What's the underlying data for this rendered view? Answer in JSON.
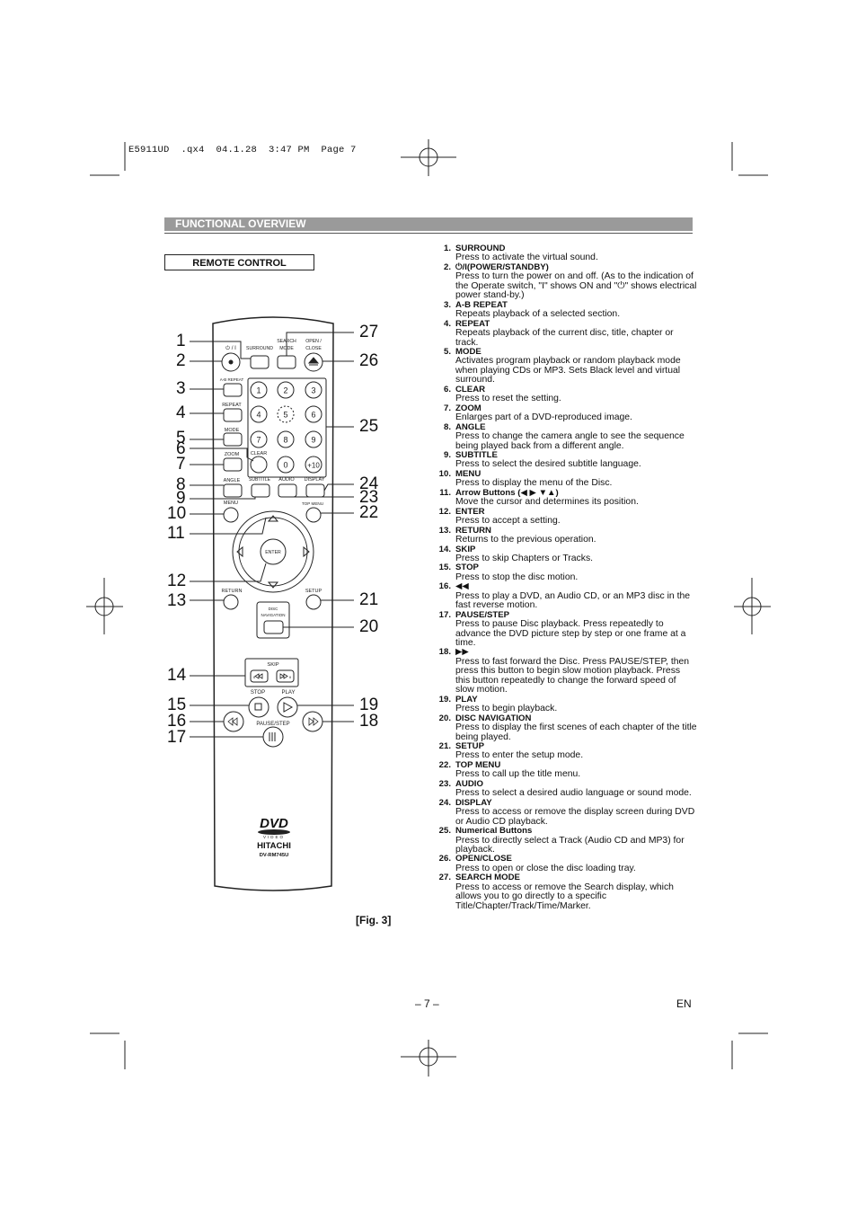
{
  "print_header": "E5911UD  .qx4  04.1.28  3:47 PM  Page 7",
  "section_title": "FUNCTIONAL OVERVIEW",
  "remote_box_label": "REMOTE CONTROL",
  "figure_label": "[Fig. 3]",
  "page_number": "– 7 –",
  "language_mark": "EN",
  "remote": {
    "power_label": "⏻ / I",
    "surround": "SURROUND",
    "search_mode_1": "SEARCH",
    "search_mode_2": "MODE",
    "open_close_1": "OPEN /",
    "open_close_2": "CLOSE",
    "ab_repeat": "A-B REPEAT",
    "repeat": "REPEAT",
    "mode": "MODE",
    "zoom": "ZOOM",
    "clear": "CLEAR",
    "angle": "ANGLE",
    "subtitle": "SUBTITLE",
    "audio": "AUDIO",
    "display": "DISPLAY",
    "menu": "MENU",
    "top_menu": "TOP MENU",
    "enter": "ENTER",
    "return": "RETURN",
    "setup": "SETUP",
    "disc_nav_1": "DISC",
    "disc_nav_2": "NAVIGATION",
    "skip": "SKIP",
    "stop": "STOP",
    "play": "PLAY",
    "pause_step": "PAUSE/STEP",
    "keys": [
      "1",
      "2",
      "3",
      "4",
      "5",
      "6",
      "7",
      "8",
      "9",
      "0",
      "+10"
    ],
    "brand": "HITACHI",
    "model": "DV-RM745U",
    "dvd_logo": "DVD",
    "video_logo": "VIDEO"
  },
  "callouts": {
    "left": [
      "1",
      "2",
      "3",
      "4",
      "5",
      "6",
      "7",
      "8",
      "9",
      "10",
      "11",
      "12",
      "13",
      "14",
      "15",
      "16",
      "17"
    ],
    "right": [
      "27",
      "26",
      "25",
      "24",
      "23",
      "22",
      "21",
      "20",
      "19",
      "18"
    ]
  },
  "functions": [
    {
      "num": "1.",
      "title": "SURROUND",
      "desc": "Press to activate the virtual sound."
    },
    {
      "num": "2.",
      "title": "⏻/I(POWER/STANDBY)",
      "desc": "Press to turn the power on and off. (As to the indication of the Operate switch, \"I\" shows ON and \"⏻\" shows electrical power stand-by.)"
    },
    {
      "num": "3.",
      "title": "A-B REPEAT",
      "desc": "Repeats playback of a selected section."
    },
    {
      "num": "4.",
      "title": "REPEAT",
      "desc": "Repeats playback of the current disc, title, chapter or track."
    },
    {
      "num": "5.",
      "title": "MODE",
      "desc": "Activates program playback or random playback mode when playing CDs or MP3. Sets Black level and virtual surround."
    },
    {
      "num": "6.",
      "title": "CLEAR",
      "desc": "Press to reset the setting."
    },
    {
      "num": "7.",
      "title": "ZOOM",
      "desc": "Enlarges part of a DVD-reproduced image."
    },
    {
      "num": "8.",
      "title": "ANGLE",
      "desc": "Press to change the camera angle to see the sequence being played back from a different angle."
    },
    {
      "num": "9.",
      "title": "SUBTITLE",
      "desc": "Press to select the desired subtitle language."
    },
    {
      "num": "10.",
      "title": "MENU",
      "desc": "Press to display the menu of the Disc."
    },
    {
      "num": "11.",
      "title": "Arrow Buttons (◀ ▶ ▼▲)",
      "desc": "Move the cursor and determines its position."
    },
    {
      "num": "12.",
      "title": "ENTER",
      "desc": "Press to accept a setting."
    },
    {
      "num": "13.",
      "title": "RETURN",
      "desc": "Returns to the previous operation."
    },
    {
      "num": "14.",
      "title": "SKIP",
      "desc": "Press to skip Chapters or Tracks."
    },
    {
      "num": "15.",
      "title": "STOP",
      "desc": "Press to stop the disc motion."
    },
    {
      "num": "16.",
      "title": "◀◀",
      "desc": "Press to play a DVD, an Audio CD, or an MP3 disc in the fast reverse motion."
    },
    {
      "num": "17.",
      "title": "PAUSE/STEP",
      "desc": "Press to pause Disc playback. Press repeatedly to advance the DVD picture step by step or one frame at a time."
    },
    {
      "num": "18.",
      "title": "▶▶",
      "desc": "Press to fast forward the Disc. Press PAUSE/STEP, then press this button to begin slow motion playback. Press this button repeatedly to change the forward speed of slow motion."
    },
    {
      "num": "19.",
      "title": "PLAY",
      "desc": "Press to begin playback."
    },
    {
      "num": "20.",
      "title": "DISC NAVIGATION",
      "desc": "Press to display the first scenes of each chapter of the title being played."
    },
    {
      "num": "21.",
      "title": "SETUP",
      "desc": "Press to enter the setup mode."
    },
    {
      "num": "22.",
      "title": "TOP MENU",
      "desc": "Press to call up the title menu."
    },
    {
      "num": "23.",
      "title": "AUDIO",
      "desc": "Press to select a desired audio language or sound mode."
    },
    {
      "num": "24.",
      "title": "DISPLAY",
      "desc": "Press to access or remove the display screen during DVD or Audio CD playback."
    },
    {
      "num": "25.",
      "title": "Numerical Buttons",
      "desc": "Press to directly select a Track (Audio CD and MP3) for playback."
    },
    {
      "num": "26.",
      "title": "OPEN/CLOSE",
      "desc": "Press to open or close the disc loading tray."
    },
    {
      "num": "27.",
      "title": "SEARCH MODE",
      "desc": "Press to access or remove the Search display, which allows you to go directly to a specific Title/Chapter/Track/Time/Marker."
    }
  ]
}
